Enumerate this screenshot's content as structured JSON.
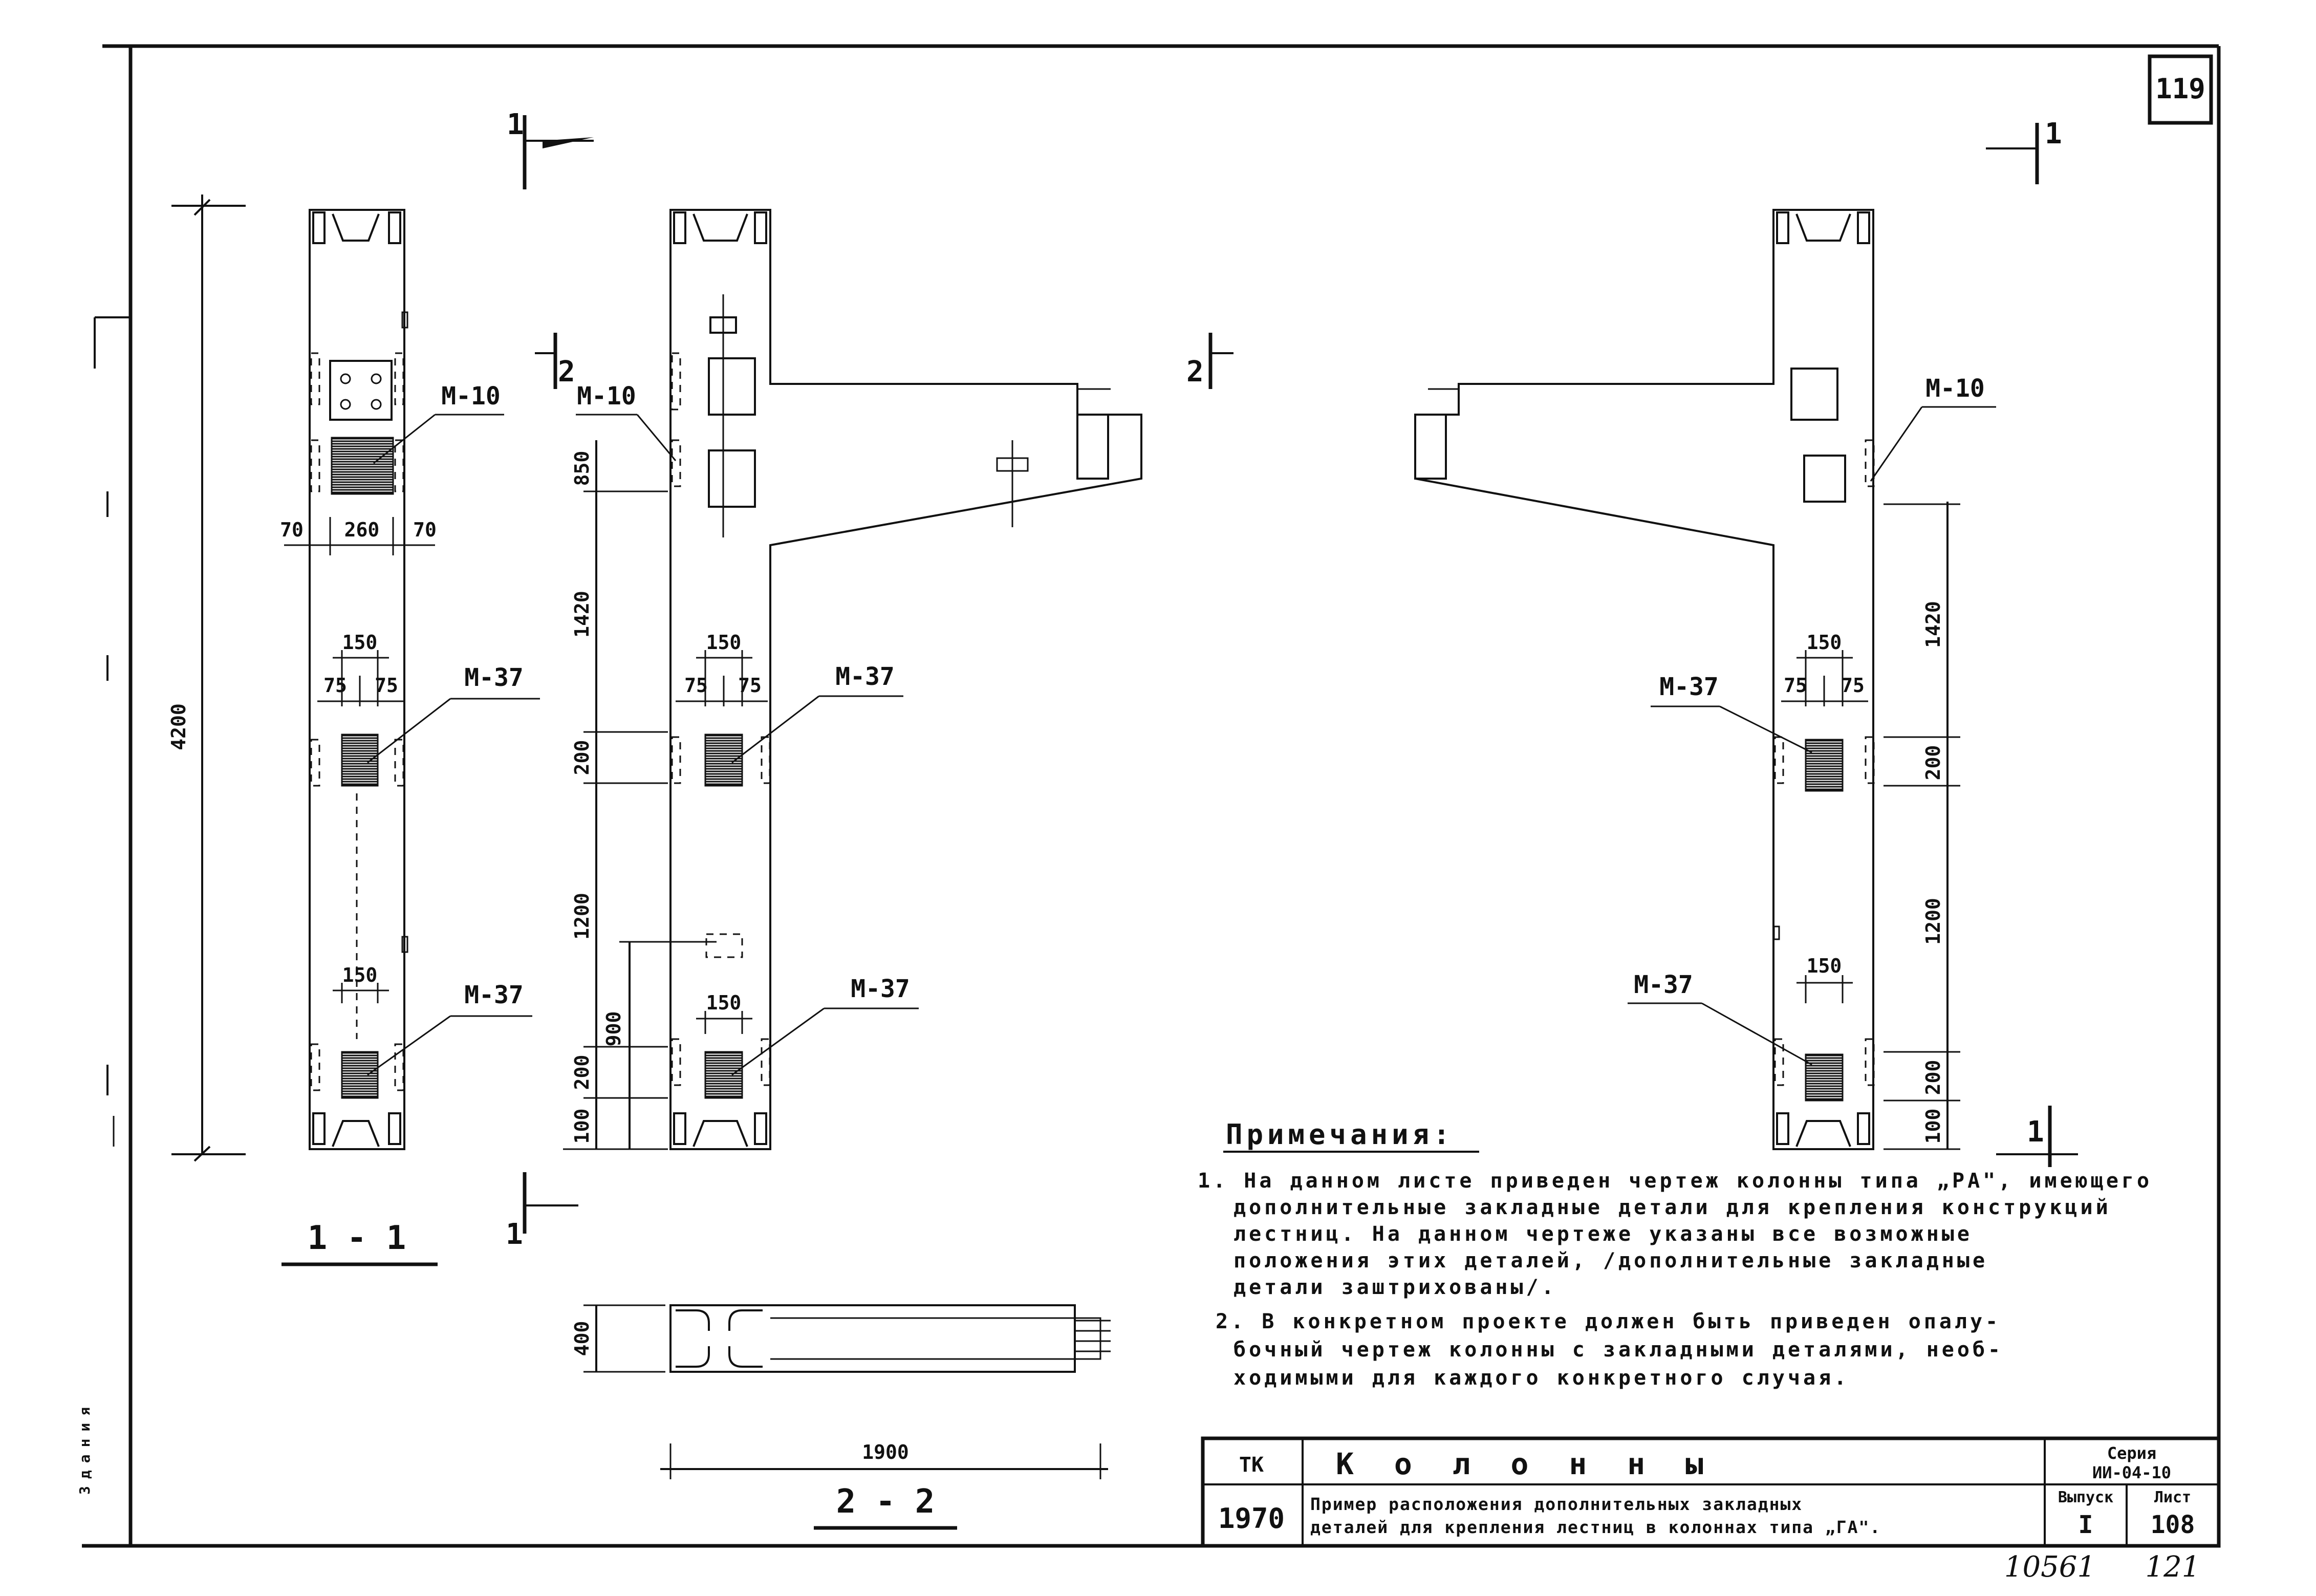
{
  "sheet": {
    "page_number": "119",
    "handwritten_number": "10561",
    "handwritten_page": "121"
  },
  "section_marks": {
    "cut1": "1",
    "cut2": "2"
  },
  "view_titles": {
    "section_1_1": "1 - 1",
    "section_2_2": "2 - 2"
  },
  "dimensions": {
    "total_height": "4200",
    "edge_left": "70",
    "plate_width": "260",
    "edge_right": "70",
    "w150": "150",
    "d75": "75",
    "d850": "850",
    "d1420": "1420",
    "d200": "200",
    "d1200": "1200",
    "d900": "900",
    "d100": "100",
    "s400": "400",
    "s1900": "1900"
  },
  "part_labels": {
    "m10": "М-10",
    "m37": "М-37"
  },
  "notes": {
    "heading": "Примечания:",
    "n1_l1": "1. На данном листе приведен чертеж колонны типа „РА\", имеющего",
    "n1_l2": "дополнительные закладные детали для крепления конструкций",
    "n1_l3": "лестниц. На данном чертеже указаны все возможные",
    "n1_l4": "положения этих деталей, /дополнительные закладные",
    "n1_l5": "детали заштрихованы/.",
    "n2_l1": "2. В конкретном проекте должен быть приведен опалу-",
    "n2_l2": "бочный чертеж колонны с закладными деталями, необ-",
    "n2_l3": "ходимыми для каждого конкретного случая."
  },
  "title_block": {
    "org": "ТК",
    "year": "1970",
    "section_title": "К о л о н н ы",
    "series_label": "Серия",
    "series_value": "ИИ-04-10",
    "desc_line1": "Пример расположения дополнительных закладных",
    "desc_line2": "деталей для крепления лестниц в колоннах типа „ГА\".",
    "issue_label": "Выпуск",
    "issue_value": "I",
    "sheet_label": "Лист",
    "sheet_value": "108"
  },
  "margin_stamp": "Здания"
}
